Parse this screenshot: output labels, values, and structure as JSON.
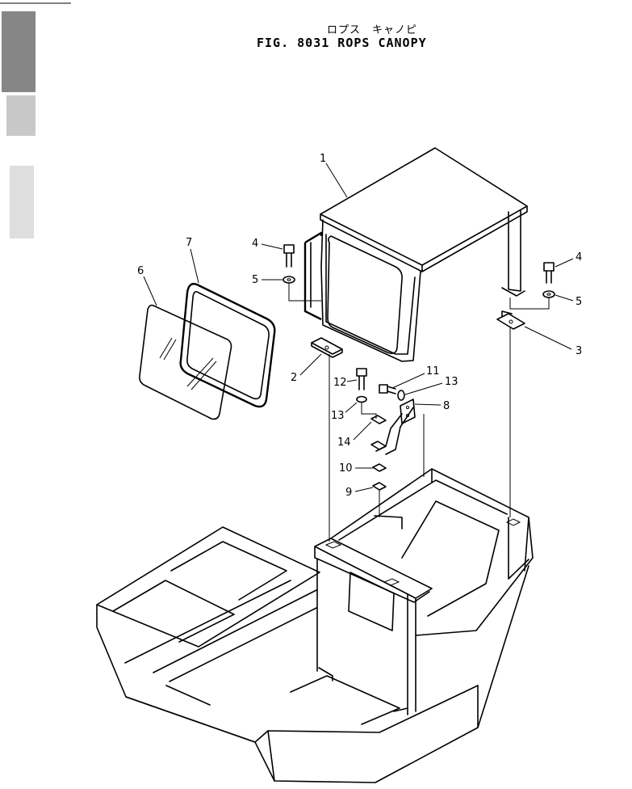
{
  "figure": {
    "title_japanese": "ロプス　キャノピ",
    "title": "FIG. 8031   ROPS  CANOPY"
  },
  "callouts": [
    {
      "id": "1",
      "label": "1"
    },
    {
      "id": "2",
      "label": "2"
    },
    {
      "id": "3",
      "label": "3"
    },
    {
      "id": "4a",
      "label": "4"
    },
    {
      "id": "4b",
      "label": "4"
    },
    {
      "id": "5a",
      "label": "5"
    },
    {
      "id": "5b",
      "label": "5"
    },
    {
      "id": "6",
      "label": "6"
    },
    {
      "id": "7",
      "label": "7"
    },
    {
      "id": "8",
      "label": "8"
    },
    {
      "id": "9",
      "label": "9"
    },
    {
      "id": "10",
      "label": "10"
    },
    {
      "id": "11",
      "label": "11"
    },
    {
      "id": "12",
      "label": "12"
    },
    {
      "id": "13a",
      "label": "13"
    },
    {
      "id": "13b",
      "label": "13"
    },
    {
      "id": "14",
      "label": "14"
    }
  ]
}
